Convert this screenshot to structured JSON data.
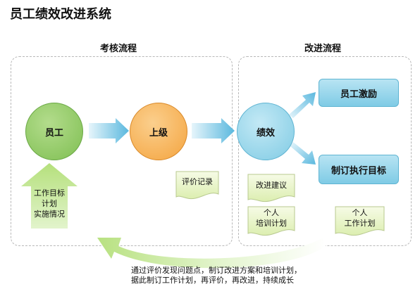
{
  "title": "员工绩效改进系统",
  "sections": {
    "review": "考核流程",
    "improve": "改进流程"
  },
  "nodes": {
    "employee": "员工",
    "superior": "上级",
    "performance": "绩效",
    "incentive": "员工激励",
    "goals": "制订执行目标"
  },
  "notes": {
    "work_plan": "工作目标\n计划\n实施情况",
    "eval_record": "评价记录",
    "improve_suggestion": "改进建议",
    "training_plan": "个人\n培训计划",
    "personal_work_plan": "个人\n工作计划"
  },
  "caption": "通过评价发现问题点，制订改进方案和培训计划，\n据此制订工作计划，再评价，再改进，持续成长",
  "colors": {
    "employee": "#8dc863",
    "superior": "#f6b15a",
    "performance": "#8fd3e8",
    "box": "#8fd3e8",
    "note": "#e9f3c8",
    "arrow_blue": "#6cc0e0",
    "arrow_green": "#c6e89c"
  }
}
